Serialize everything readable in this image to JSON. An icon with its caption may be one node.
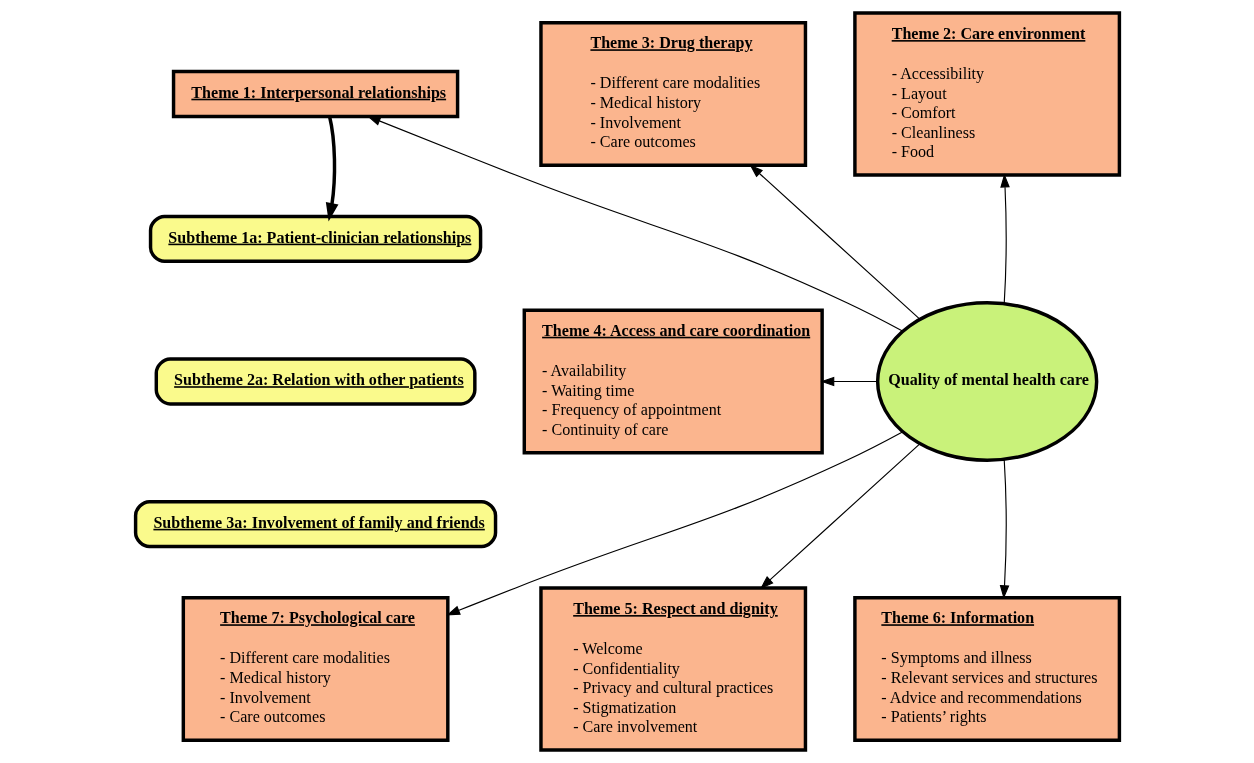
{
  "diagram": {
    "nodes": [
      {
        "text": [
          "Theme 1: Interpersonal relationships"
        ]
      },
      {
        "text": [
          "Theme 2: Care environment",
          "- Accessibility",
          "- Layout",
          "- Comfort",
          "- Cleanliness",
          "- Food"
        ]
      },
      {
        "text": [
          "Theme 3: Drug therapy",
          "- Different care modalities",
          "- Medical history",
          "- Involvement",
          "- Care outcomes"
        ]
      },
      {
        "text": [
          "Subtheme 1a: Patient-clinician relationships"
        ]
      },
      {
        "text": [
          "Subtheme 2a: Relation with other patients"
        ]
      },
      {
        "text": [
          "Subtheme 3a: Involvement of family and friends"
        ]
      },
      {
        "text": [
          "Quality of mental health care"
        ]
      },
      {
        "text": [
          "Theme 4: Access and care coordination",
          "- Availability",
          "- Waiting time",
          "- Frequency of appointment",
          "- Continuity of care"
        ]
      },
      {
        "text": [
          "Theme 7: Psychological care",
          "- Different care modalities",
          "- Medical history",
          "- Involvement",
          "- Care outcomes"
        ]
      },
      {
        "text": [
          "Theme 6: Information",
          "- Symptoms and illness",
          "- Relevant services and structures",
          "- Advice and recommendations",
          "- Patients’ rights"
        ]
      },
      {
        "text": [
          "Theme 5: Respect and dignity",
          "- Welcome",
          "- Confidentiality",
          "- Privacy and cultural practices",
          "- Stigmatization",
          "- Care involvement"
        ]
      }
    ],
    "edges": [
      {
        "from": 0,
        "to": 3,
        "arrow": "to",
        "style": "thick"
      },
      {
        "from": 6,
        "to": 0,
        "arrow": "to"
      },
      {
        "from": 6,
        "to": 1,
        "arrow": "to"
      },
      {
        "from": 6,
        "to": 2,
        "arrow": "to"
      },
      {
        "from": 6,
        "to": 7,
        "arrow": "to"
      },
      {
        "from": 6,
        "to": 10,
        "arrow": "to"
      },
      {
        "from": 6,
        "to": 9,
        "arrow": "to"
      },
      {
        "from": 6,
        "to": 8,
        "arrow": "to"
      }
    ]
  }
}
